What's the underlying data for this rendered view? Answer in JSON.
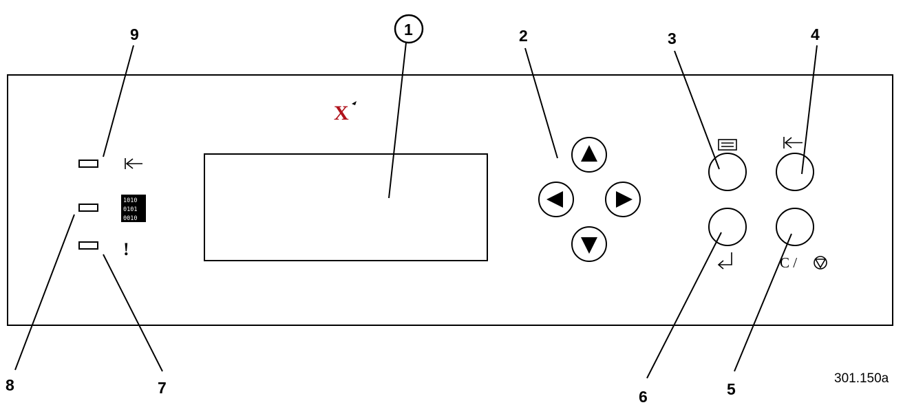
{
  "callouts": {
    "c1": "1",
    "c2": "2",
    "c3": "3",
    "c4": "4",
    "c5": "5",
    "c6": "6",
    "c7": "7",
    "c8": "8",
    "c9": "9"
  },
  "figure_id": "301.150a",
  "panel": {
    "logo": "X",
    "binary_icon_lines": [
      "1010",
      "0101",
      "0010"
    ],
    "error_symbol": "!",
    "cancel_label": "C /"
  },
  "colors": {
    "logo_red": "#b0121b",
    "line": "#000000",
    "background": "#ffffff"
  },
  "icons": {
    "online_indicator": "tab-arrow-left-icon",
    "data_indicator": "binary-data-icon",
    "error_indicator": "exclamation-icon",
    "menu_button": "menu-icon",
    "online_button": "tab-arrow-left-icon",
    "enter_button": "enter-return-icon",
    "cancel_stop_button": "stop-triangle-icon",
    "nav_up": "arrow-up-icon",
    "nav_down": "arrow-down-icon",
    "nav_left": "arrow-left-icon",
    "nav_right": "arrow-right-icon"
  }
}
